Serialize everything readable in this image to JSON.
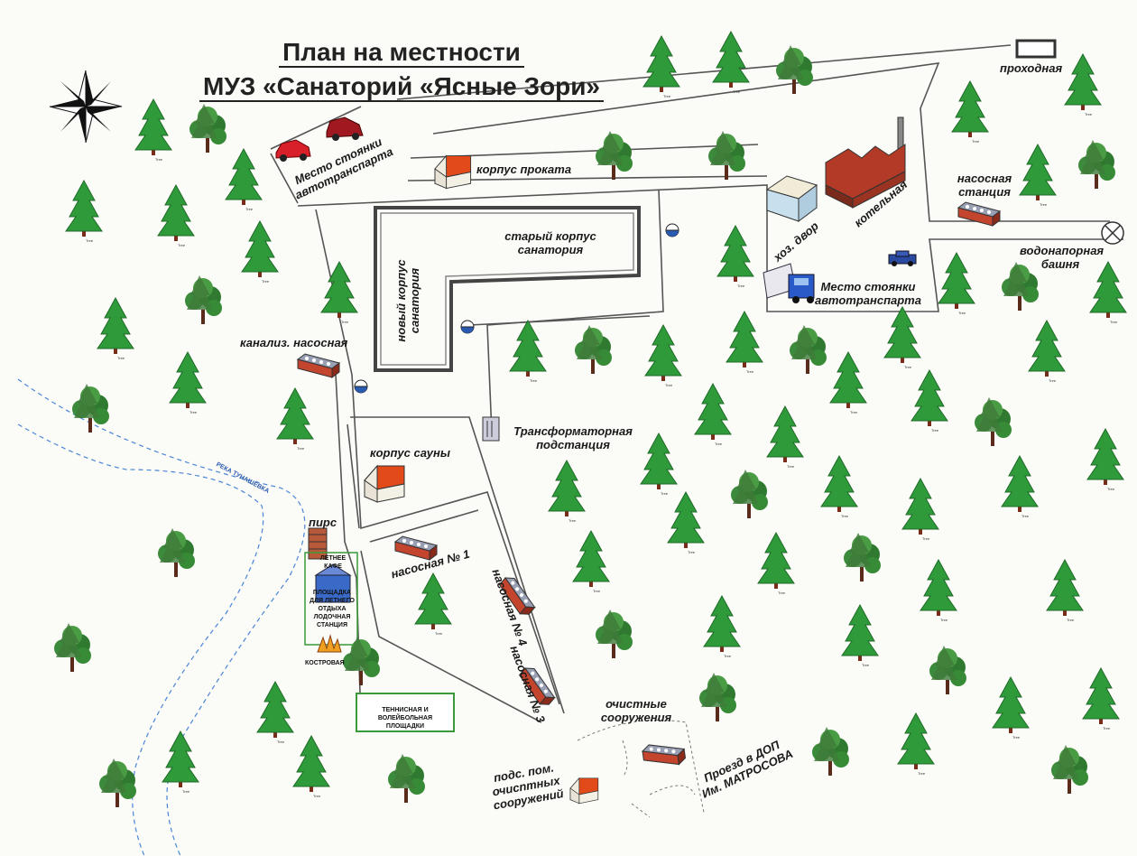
{
  "title": {
    "line1": "План на местности",
    "line2": "МУЗ «Санаторий «Ясные Зори»"
  },
  "labels": {
    "parking_top": "Место стоянки автотранспарта",
    "rental": "корпус проката",
    "checkpoint": "проходная",
    "pump_station": "насосная станция",
    "water_tower": "водонапорная башня",
    "boiler": "котельная",
    "utility_yard": "хоз. двор",
    "parking_right": "Место стоянки автотранспарта",
    "old_building": "старый корпус санатория",
    "new_building": "новый корпус санатория",
    "sewer_pump": "канализ. насосная",
    "transformer": "Трансформаторная подстанция",
    "sauna": "корпус сауны",
    "pier": "пирс",
    "pump1": "насосная № 1",
    "pump4": "насосная № 4",
    "pump3": "насосная № 3",
    "treatment": "очистные сооружения",
    "treatment_aux": "подс. пом. очисnтных сооружений",
    "passage": "Проезд в ДОП Им. МАТРОСОВА",
    "river": "РЕКА ТУНАШЁВКА",
    "summer_cafe": "ЛЕТНЕЕ КАФЕ",
    "rest_area": "ПЛОЩАДКА ДЛЯ ЛЕТНЕГО ОТДЫХА ЛОДОЧНАЯ СТАНЦИЯ",
    "bonfire": "КОСТРОВАЯ",
    "courts": "ТЕННИСНАЯ И ВОЛЕЙБОЛЬНАЯ ПЛОЩАДКИ"
  },
  "colors": {
    "tree_trunk": "#7a2c1a",
    "tree_green": "#2f9a3a",
    "roof_red": "#e24a1a",
    "road": "#555555",
    "river": "#4a86d6",
    "pump_body": "#c4452e"
  },
  "icons": [
    "compass-rose-icon",
    "car-icon",
    "truck-icon",
    "jeep-icon",
    "tree-icon",
    "manhole-icon",
    "water-tower-icon"
  ]
}
